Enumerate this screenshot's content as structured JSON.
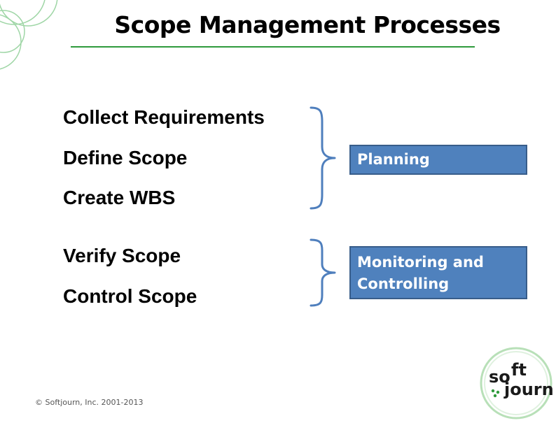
{
  "slide": {
    "title": "Scope Management Processes",
    "groups": [
      {
        "items": [
          "Collect Requirements",
          "Define Scope",
          "Create WBS"
        ],
        "phase_label": "Planning"
      },
      {
        "items": [
          "Verify Scope",
          "Control Scope"
        ],
        "phase_label_lines": [
          "Monitoring and",
          "Controlling"
        ]
      }
    ],
    "footer": "© Softjourn, Inc. 2001-2013",
    "logo": {
      "line1": "soft",
      "line2": "journ"
    }
  },
  "colors": {
    "accent_green": "#2f9a3c",
    "phase_fill": "#4f81bd",
    "phase_border": "#385d8a",
    "brace": "#4f7fbd"
  }
}
